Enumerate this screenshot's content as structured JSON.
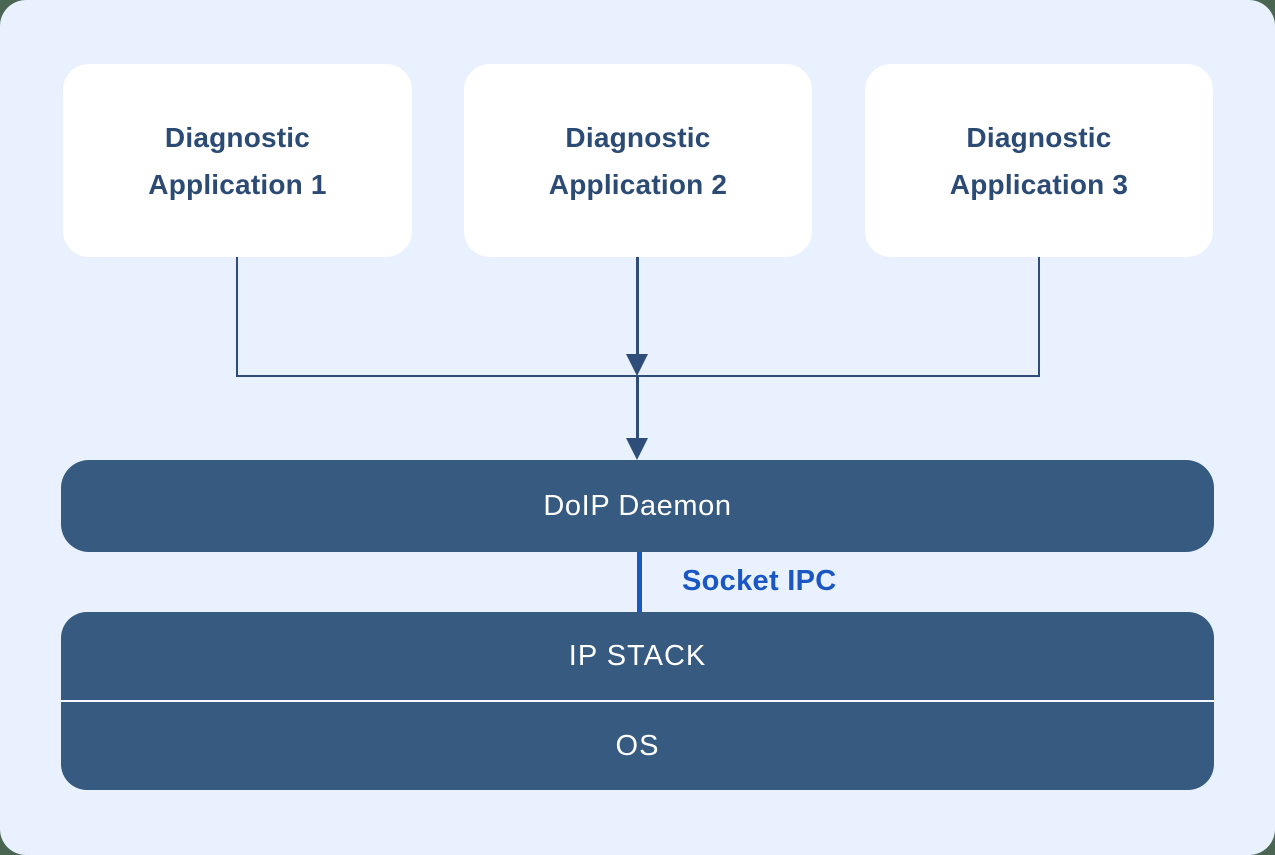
{
  "colors": {
    "outer_background": "#4a6551",
    "panel_background": "#e8f1fd",
    "card_background": "#ffffff",
    "card_text": "#2b4a74",
    "connector": "#2e4d78",
    "bar_background": "#365a80",
    "bar_text": "#ffffff",
    "socket_accent": "#1a57c4",
    "divider": "#f3f8ff"
  },
  "apps": [
    {
      "line1": "Diagnostic",
      "line2": "Application 1"
    },
    {
      "line1": "Diagnostic",
      "line2": "Application 2"
    },
    {
      "line1": "Diagnostic",
      "line2": "Application 3"
    }
  ],
  "daemon": {
    "label": "DoIP Daemon"
  },
  "socket": {
    "label": "Socket IPC"
  },
  "stack": {
    "ip_stack_label": "IP STACK",
    "os_label": "OS"
  }
}
